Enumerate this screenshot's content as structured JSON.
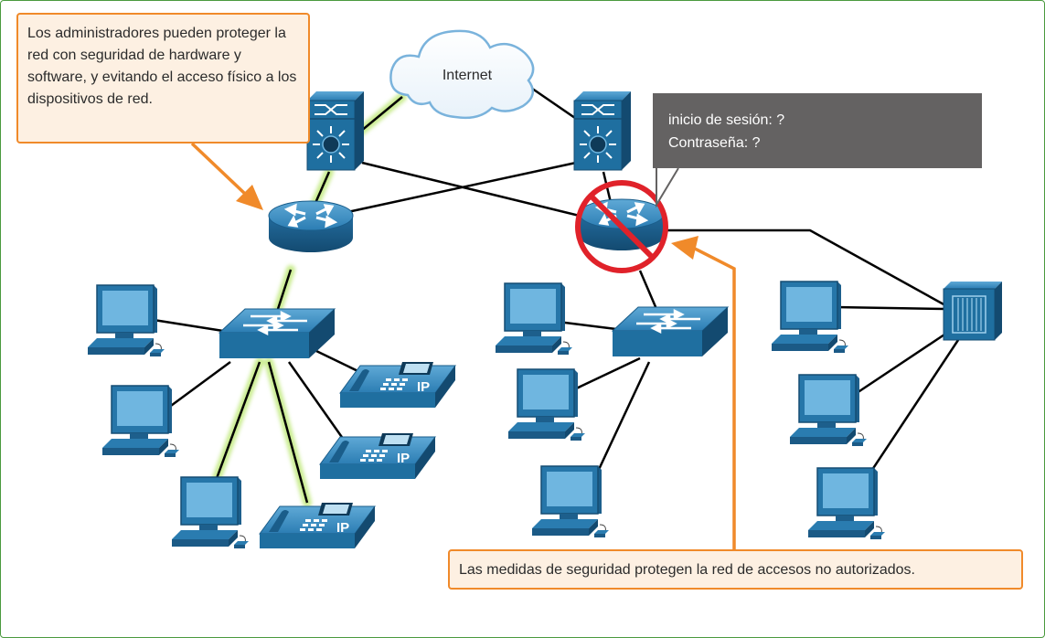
{
  "callouts": {
    "admins": "Los administradores pueden proteger la red con seguridad de hardware y software, y evitando el acceso físico a los dispositivos de red.",
    "measures": "Las medidas de seguridad protegen la red de accesos no autorizados."
  },
  "login_prompt": {
    "line1": "inicio de sesión: ?",
    "line2": "Contraseña: ?"
  },
  "cloud_label": "Internet",
  "phone_label": "IP",
  "colors": {
    "accent": "#f08a2a",
    "device": "#1f6fa0",
    "link": "#000000",
    "secure_link_glow": "#c9ec8f",
    "prohibited": "#e0222a",
    "login_bg": "#646262"
  },
  "icons": [
    "multilayer-switch-icon",
    "router-icon",
    "switch-icon",
    "pc-icon",
    "ip-phone-icon",
    "cloud-icon",
    "server-icon",
    "prohibited-icon"
  ]
}
